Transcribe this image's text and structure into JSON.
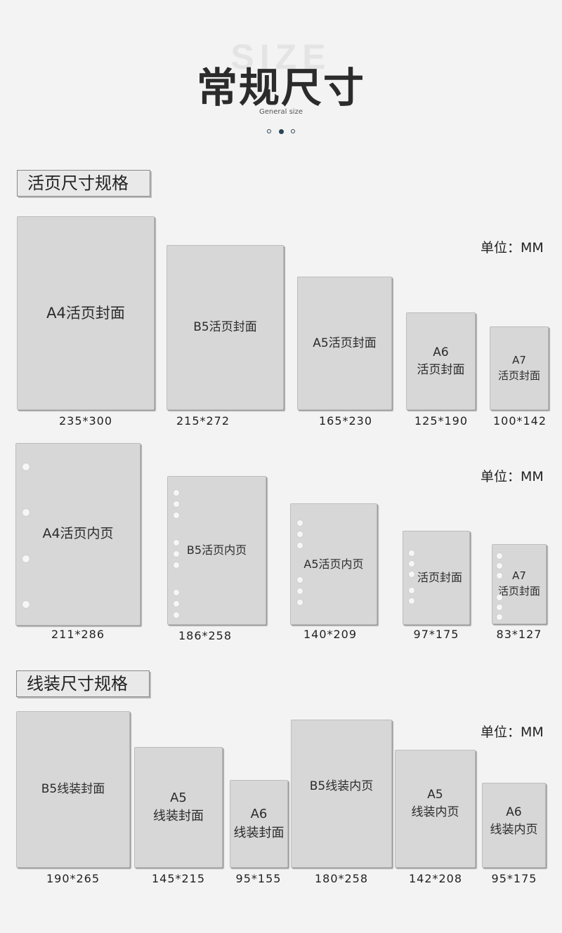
{
  "header": {
    "watermark": "SIZE",
    "title": "常规尺寸",
    "subtitle": "General size"
  },
  "sections": {
    "loose_leaf_title": "活页尺寸规格",
    "thread_bound_title": "线装尺寸规格"
  },
  "unit_label": "单位：MM",
  "loose_leaf_covers": [
    {
      "label": "A4活页封面",
      "size": "235*300"
    },
    {
      "label": "B5活页封面",
      "size": "215*272"
    },
    {
      "label": "A5活页封面",
      "size": "165*230"
    },
    {
      "label": "A6\n活页封面",
      "size": "125*190"
    },
    {
      "label": "A7\n活页封面",
      "size": "100*142"
    }
  ],
  "loose_leaf_inner": [
    {
      "label": "A4活页内页",
      "size": "211*286"
    },
    {
      "label": "B5活页内页",
      "size": "186*258"
    },
    {
      "label": "A5活页内页",
      "size": "140*209"
    },
    {
      "label": "活页封面",
      "size": "97*175"
    },
    {
      "label": "A7\n活页封面",
      "size": "83*127"
    }
  ],
  "thread_bound": [
    {
      "label": "B5线装封面",
      "size": "190*265"
    },
    {
      "label": "A5\n线装封面",
      "size": "145*215"
    },
    {
      "label": "A6\n线装封面",
      "size": "95*155"
    },
    {
      "label": "B5线装内页",
      "size": "180*258"
    },
    {
      "label": "A5\n线装内页",
      "size": "142*208"
    },
    {
      "label": "A6\n线装内页",
      "size": "95*175"
    }
  ]
}
